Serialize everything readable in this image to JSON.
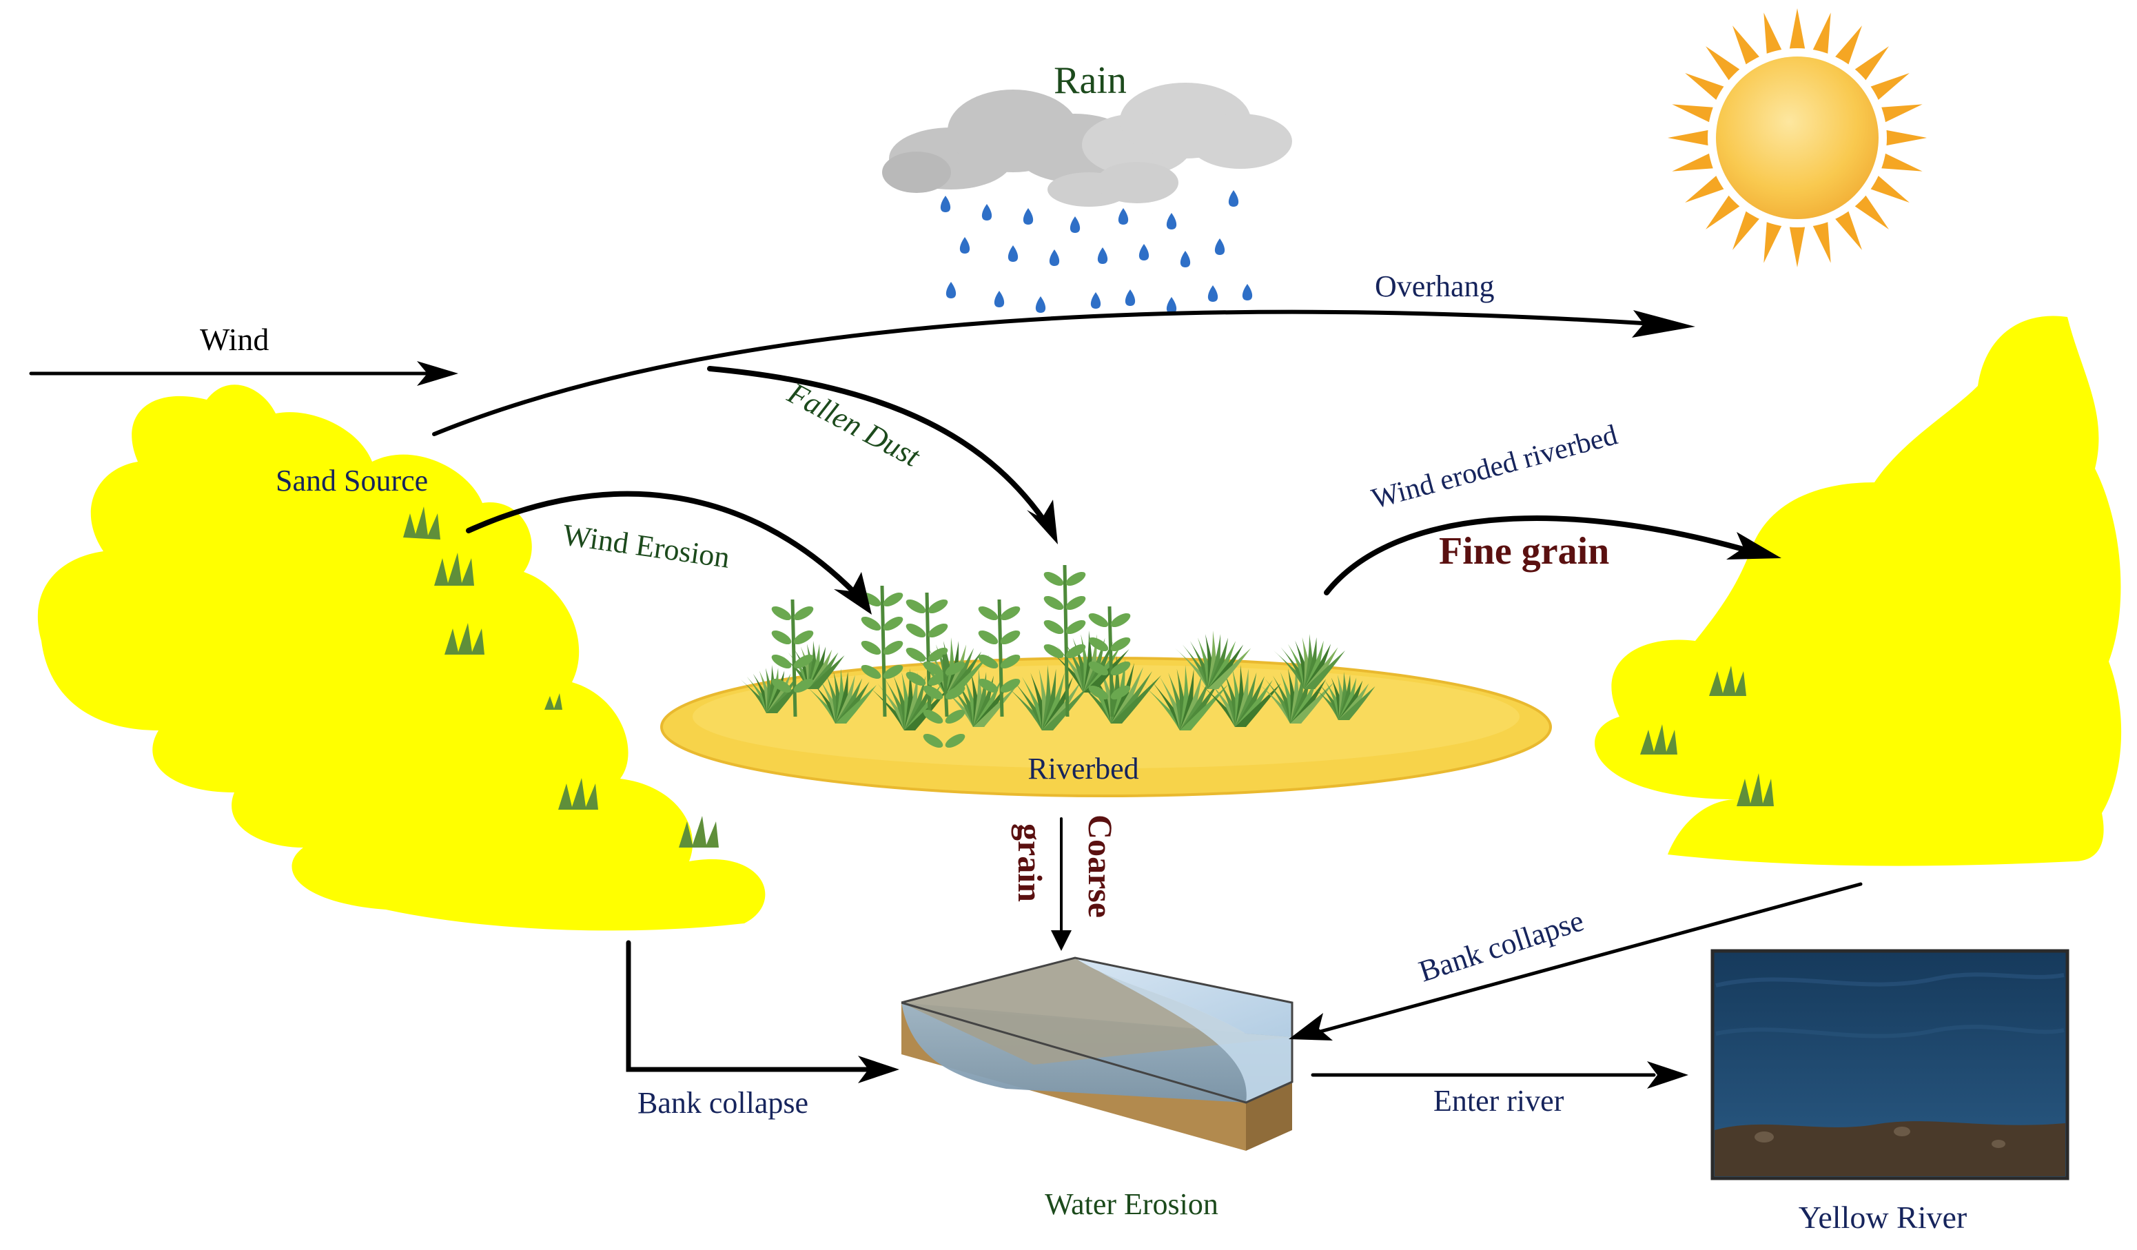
{
  "labels": {
    "rain": "Rain",
    "wind": "Wind",
    "overhang": "Overhang",
    "fallen_dust": "Fallen Dust",
    "sand_source": "Sand Source",
    "wind_erosion": "Wind Erosion",
    "wind_eroded_riverbed": "Wind eroded riverbed",
    "fine_grain": "Fine grain",
    "riverbed": "Riverbed",
    "coarse": "Coarse",
    "grain": "grain",
    "bank_collapse_left": "Bank collapse",
    "bank_collapse_right": "Bank collapse",
    "enter_river": "Enter river",
    "water_erosion": "Water Erosion",
    "yellow_river": "Yellow River"
  },
  "colors": {
    "sand": "#ffff00",
    "riverbed_sand": "#f7d34a",
    "sun_core": "#f9c94f",
    "sun_rays": "#f5a623",
    "cloud": "#c9c9c9",
    "rain_drop": "#2e6fc7",
    "river_water": "#1f4468",
    "arrow": "#000000",
    "label_green": "#1c4a1c",
    "label_blue": "#16245c",
    "label_maroon": "#5a1010"
  }
}
